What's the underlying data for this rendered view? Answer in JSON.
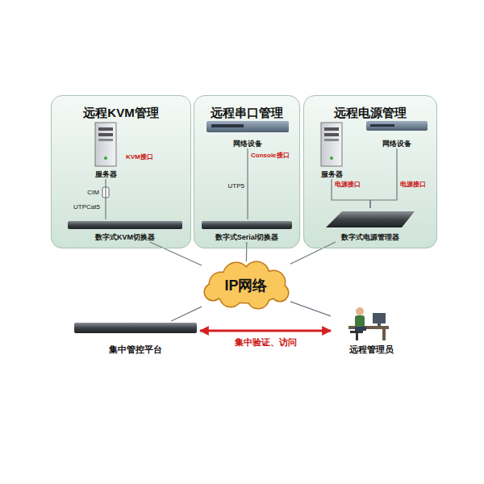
{
  "diagram": {
    "nodes": [
      {
        "text": [
          "远程KVM管理"
        ]
      },
      {
        "text": [
          "服务器"
        ],
        "in": 0
      },
      {
        "text": [
          "数字式KVM切换器"
        ],
        "in": 0
      },
      {
        "text": [
          "远程串口管理"
        ]
      },
      {
        "text": [
          "网络设备"
        ],
        "in": 3
      },
      {
        "text": [
          "数字式Serial切换器"
        ],
        "in": 3
      },
      {
        "text": [
          "远程电源管理"
        ]
      },
      {
        "text": [
          "服务器"
        ],
        "in": 6
      },
      {
        "text": [
          "网络设备"
        ],
        "in": 6
      },
      {
        "text": [
          "数字式电源管理器"
        ],
        "in": 6
      },
      {
        "text": [
          "IP网络"
        ]
      },
      {
        "text": [
          "集中管控平台"
        ]
      },
      {
        "text": [
          "远程管理员"
        ]
      }
    ],
    "edges": [
      {
        "from": 1,
        "to": 2,
        "arrow": "none"
      },
      {
        "from": 4,
        "to": 5,
        "arrow": "none"
      },
      {
        "from": 9,
        "to": 7,
        "arrow": "none"
      },
      {
        "from": 9,
        "to": 8,
        "arrow": "none"
      },
      {
        "from": 2,
        "to": 10,
        "arrow": "none"
      },
      {
        "from": 5,
        "to": 10,
        "arrow": "none"
      },
      {
        "from": 9,
        "to": 10,
        "arrow": "none"
      },
      {
        "from": 10,
        "to": 11,
        "arrow": "none"
      },
      {
        "from": 10,
        "to": 12,
        "arrow": "none"
      },
      {
        "from": 11,
        "to": 12,
        "label": "集中验证、访问",
        "arrow": "both"
      }
    ],
    "labels": [
      "KVM接口",
      "CIM",
      "UTPCat5",
      "Console接口",
      "UTP5",
      "电源接口",
      "电源接口"
    ]
  }
}
